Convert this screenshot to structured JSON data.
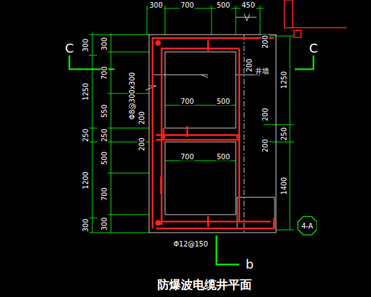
{
  "diagram": {
    "title": "防爆波电缆井平面",
    "nodes": [
      {
        "text": [
          "4-A"
        ]
      }
    ],
    "labels": [
      "300",
      "700",
      "500",
      "450",
      "C",
      "C",
      "300",
      "1250",
      "250",
      "1200",
      "300",
      "300",
      "700",
      "550",
      "250",
      "500",
      "700",
      "300",
      "Φ8@300x300",
      "700",
      "500",
      "700",
      "500",
      "200",
      "200",
      "200",
      "200",
      "井墙",
      "200",
      "200",
      "1250",
      "250",
      "1400",
      "Φ12@150",
      "b"
    ]
  }
}
